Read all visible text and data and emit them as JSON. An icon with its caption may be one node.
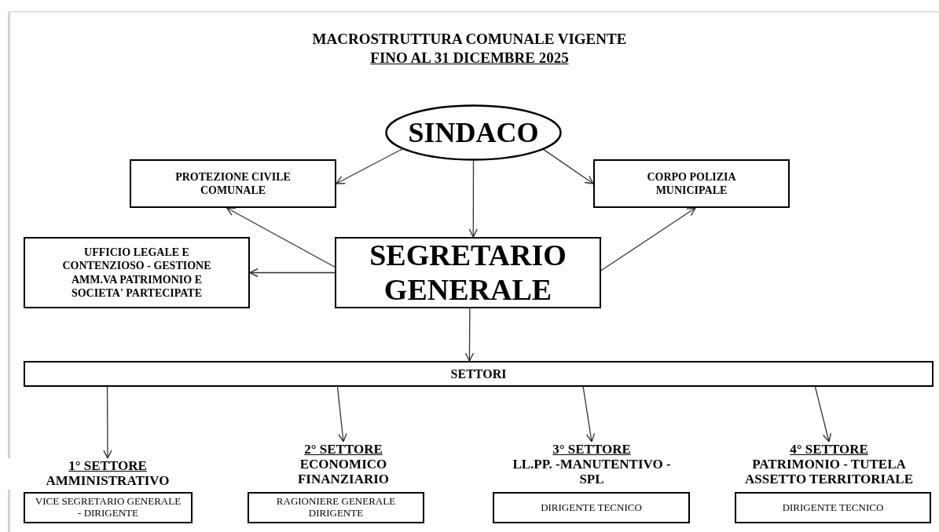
{
  "diagram": {
    "title": "MACROSTRUTTURA COMUNALE VIGENTE",
    "nodes": [
      {
        "text": [
          "SINDACO"
        ]
      },
      {
        "text": [
          "PROTEZIONE CIVILE COMUNALE"
        ]
      },
      {
        "text": [
          "CORPO POLIZIA MUNICIPALE"
        ]
      },
      {
        "text": [
          "UFFICIO LEGALE E CONTENZIOSO - GESTIONE AMM.VA PATRIMONIO E SOCIETA' PARTECIPATE"
        ]
      },
      {
        "text": [
          "SEGRETARIO GENERALE"
        ]
      },
      {
        "text": [
          "SETTORI"
        ]
      },
      {
        "text": [
          "1° SETTORE",
          "AMMINISTRATIVO"
        ]
      },
      {
        "text": [
          "VICE SEGRETARIO GENERALE - DIRIGENTE"
        ]
      },
      {
        "text": [
          "2° SETTORE",
          "ECONOMICO FINANZIARIO"
        ]
      },
      {
        "text": [
          "RAGIONIERE GENERALE DIRIGENTE"
        ]
      },
      {
        "text": [
          "3° SETTORE",
          "LL.PP. -MANUTENTIVO - SPL"
        ]
      },
      {
        "text": [
          "DIRIGENTE TECNICO"
        ]
      },
      {
        "text": [
          "4° SETTORE",
          "PATRIMONIO - TUTELA ASSETTO TERRITORIALE"
        ]
      },
      {
        "text": [
          "DIRIGENTE TECNICO"
        ]
      }
    ],
    "edges": [
      {
        "from": 0,
        "to": 1,
        "arrow": "to"
      },
      {
        "from": 0,
        "to": 4,
        "arrow": "to"
      },
      {
        "from": 0,
        "to": 2,
        "arrow": "to"
      },
      {
        "from": 4,
        "to": 1,
        "arrow": "to"
      },
      {
        "from": 4,
        "to": 3,
        "arrow": "to"
      },
      {
        "from": 4,
        "to": 2,
        "arrow": "to"
      },
      {
        "from": 4,
        "to": 5,
        "arrow": "to"
      },
      {
        "from": 5,
        "to": 6,
        "arrow": "to"
      },
      {
        "from": 5,
        "to": 8,
        "arrow": "to"
      },
      {
        "from": 5,
        "to": 10,
        "arrow": "to"
      },
      {
        "from": 5,
        "to": 12,
        "arrow": "to"
      }
    ],
    "labels": [
      "FINO AL 31 DICEMBRE 2025"
    ]
  }
}
